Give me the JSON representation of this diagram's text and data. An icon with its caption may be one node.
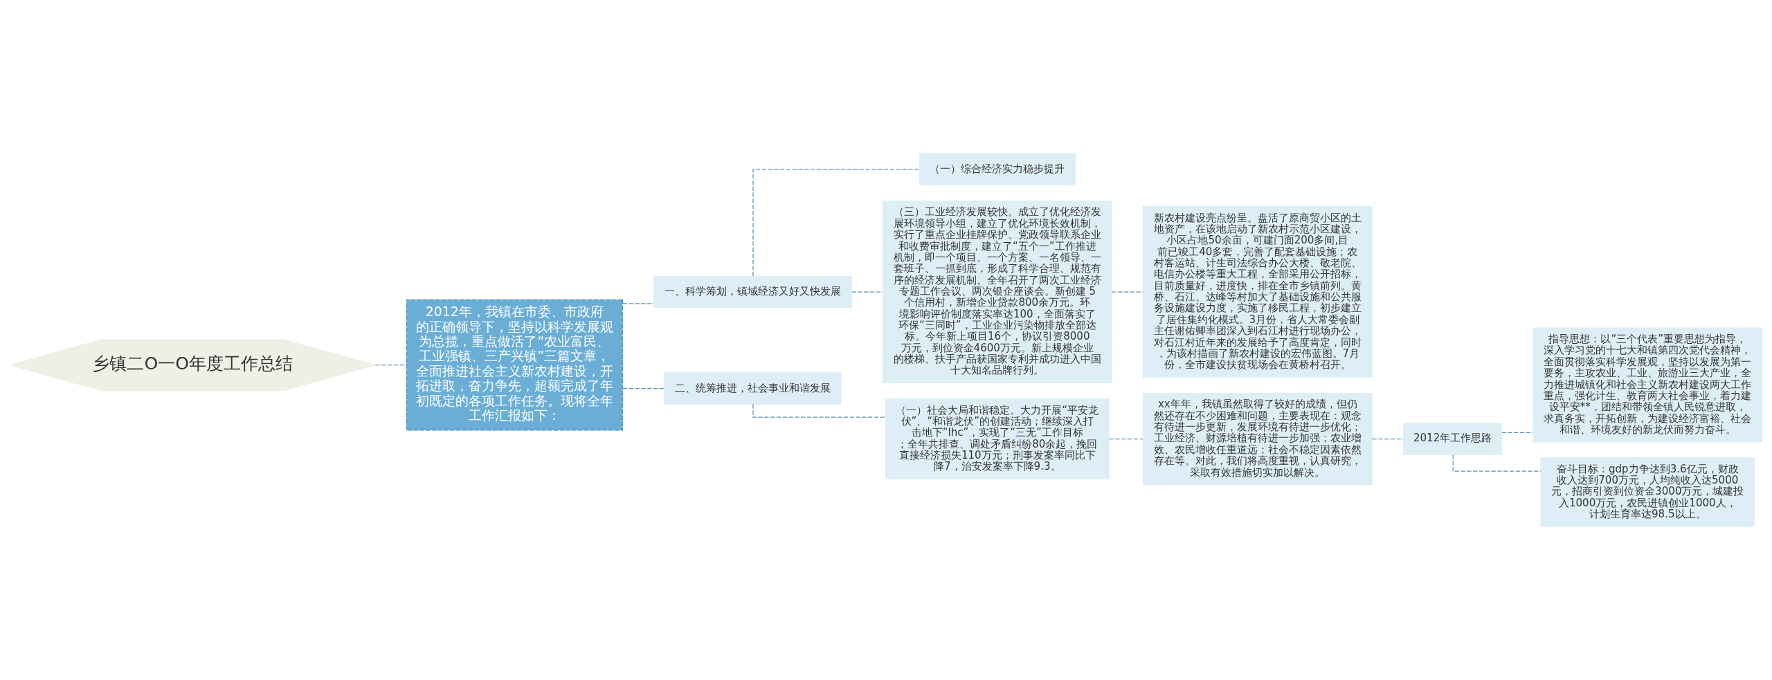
{
  "diagram": {
    "nodes": [
      {
        "text": [
          "乡镇二O一O年度工作总结"
        ]
      },
      {
        "text": [
          "2012年，我镇在市委、市政府的正确领导下，坚持以科学发展观为总揽，重点做活了“农业富民、工业强镇、三产兴镇”三篇文章，全面推进社会主义新农村建设，开拓进取，奋力争先，超额完成了年初既定的各项工作任务。现将全年工作汇报如下："
        ]
      },
      {
        "text": [
          "一、科学筹划，镇域经济又好又快发展"
        ]
      },
      {
        "text": [
          "（一）综合经济实力稳步提升"
        ]
      },
      {
        "text": [
          "（三）工业经济发展较快。成立了优化经济发展环境领导小组，建立了优化环境长效机制，实行了重点企业挂牌保护、党政领导联系企业和收费审批制度，建立了“五个一”工作推进机制，即一个项目、一个方案、一名领导、一套班子、一抓到底，形成了科学合理、规范有序的经济发展机制。全年召开了两次工业经济专题工作会议、两次银企座谈会。新创建 5 个信用村，新增企业贷款800余万元。环境影响评价制度落实率达100，全面落实了环保“三同时”，工业企业污染物排放全部达标。今年新上项目16个，协议引资8000万元，到位资金4600万元。新上规模企业的楼梯、扶手产品获国家专利并成功进入中国十大知名品牌行列。"
        ]
      },
      {
        "text": [
          "新农村建设亮点纷呈。盘活了原商贸小区的土地资产，在该地启动了新农村示范小区建设，小区占地50余亩，可建门面200多间,目前已竣工40多套，完善了配套基础设施；农村客运站、计生司法综合办公大楼、敬老院、电信办公楼等重大工程，全部采用公开招标，目前质量好，进度快，排在全市乡镇前列。黄桥、石江、达峰等村加大了基础设施和公共服务设施建设力度，实施了移民工程，初步建立了居住集约化模式。3月份，省人大常委会副主任谢佑卿率团深入到石江村进行现场办公，对石江村近年来的发展给予了高度肯定，同时，为该村描画了新农村建设的宏伟蓝图。7月份，全市建设扶贫现场会在黄桥村召开。"
        ]
      },
      {
        "text": [
          "二、统筹推进，社会事业和谐发展"
        ]
      },
      {
        "text": [
          "（一）社会大局和谐稳定。大力开展“平安龙伏”、“和谐龙伏”的创建活动；继续深入打击地下“lhc”，实现了“三无”工作目标；全年共排查、调处矛盾纠纷80余起，挽回直接经济损失110万元；刑事发案率同比下降7，治安发案率下降9.3。"
        ]
      },
      {
        "text": [
          "xx年年，我镇虽然取得了较好的成绩，但仍然还存在不少困难和问题，主要表现在：观念有待进一步更新，发展环境有待进一步优化；工业经济、财源培植有待进一步加强；农业增效、农民增收任重道远；社会不稳定因素依然存在等。对此，我们将高度重视，认真研究，采取有效措施切实加以解决。"
        ]
      },
      {
        "text": [
          "2012年工作思路"
        ]
      },
      {
        "text": [
          "指导思想：以“三个代表”重要思想为指导，深入学习党的十七大和镇第四次党代会精神，全面贯彻落实科学发展观，坚持以发展为第一要务，主攻农业、工业、旅游业三大产业，全力推进城镇化和社会主义新农村建设两大工作重点，强化计生、教育两大社会事业，着力建设平安**，团结和带领全镇人民锐意进取，求真务实，开拓创新，为建设经济富裕、社会和谐、环境友好的新龙伏而努力奋斗。"
        ]
      },
      {
        "text": [
          "奋斗目标：gdp力争达到3.6亿元，财政收入达到700万元，人均纯收入达5000元，招商引资到位资金3000万元，城建投入1000万元，农民进镇创业1000人，计划生育率达98.5以上。"
        ]
      }
    ],
    "edges": [
      {
        "from": 0,
        "to": 1,
        "arrow": "none",
        "style": "dashed"
      },
      {
        "from": 1,
        "to": 2,
        "arrow": "none",
        "style": "dashed"
      },
      {
        "from": 2,
        "to": 3,
        "arrow": "none",
        "style": "dashed"
      },
      {
        "from": 2,
        "to": 4,
        "arrow": "none",
        "style": "dashed"
      },
      {
        "from": 4,
        "to": 5,
        "arrow": "none",
        "style": "dashed"
      },
      {
        "from": 1,
        "to": 6,
        "arrow": "none",
        "style": "dashed"
      },
      {
        "from": 6,
        "to": 7,
        "arrow": "none",
        "style": "dashed"
      },
      {
        "from": 7,
        "to": 8,
        "arrow": "none",
        "style": "dashed"
      },
      {
        "from": 8,
        "to": 9,
        "arrow": "none",
        "style": "dashed"
      },
      {
        "from": 9,
        "to": 10,
        "arrow": "none",
        "style": "dashed"
      },
      {
        "from": 9,
        "to": 11,
        "arrow": "none",
        "style": "dashed"
      }
    ]
  }
}
